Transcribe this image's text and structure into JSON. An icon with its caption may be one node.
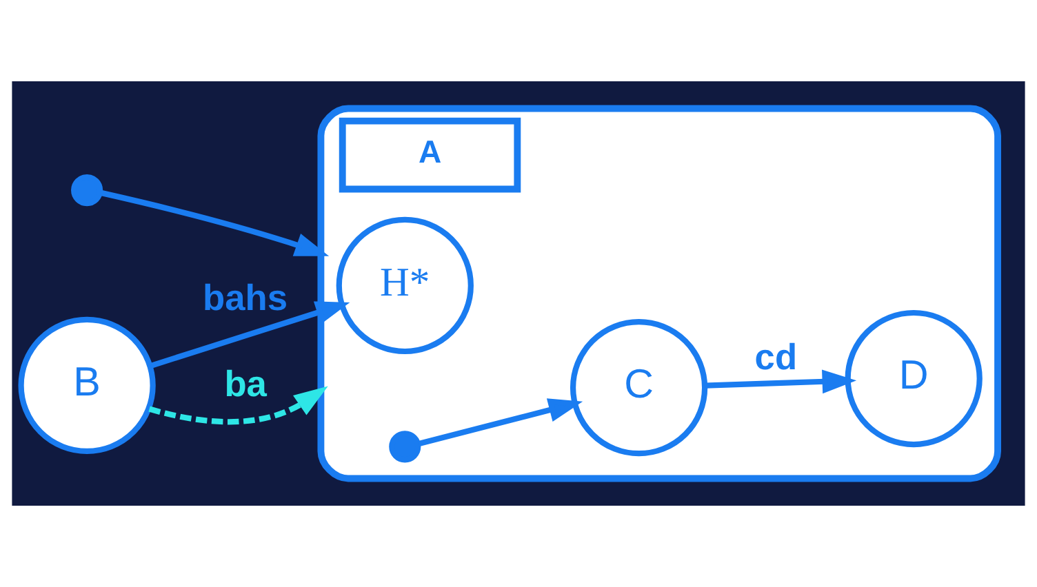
{
  "diagram": {
    "nodes": [
      {
        "text": [],
        "shape": "circle"
      },
      {
        "text": [
          "A"
        ]
      },
      {
        "text": [
          "H*"
        ],
        "in": 1
      },
      {
        "text": [],
        "shape": "circle",
        "in": 1
      },
      {
        "text": [
          "C"
        ],
        "in": 1
      },
      {
        "text": [
          "D"
        ],
        "in": 1
      },
      {
        "text": [
          "B"
        ]
      }
    ],
    "edges": [
      {
        "from": 0,
        "to": 1,
        "arrow": "to"
      },
      {
        "from": 3,
        "to": 4,
        "arrow": "to"
      },
      {
        "from": 4,
        "to": 5,
        "label": "cd",
        "arrow": "to"
      },
      {
        "from": 6,
        "to": 2,
        "label": "bahs",
        "arrow": "to"
      },
      {
        "from": 6,
        "to": 1,
        "label": "ba",
        "arrow": "to",
        "style": "dashed",
        "color": "#2ee6e6"
      }
    ]
  }
}
